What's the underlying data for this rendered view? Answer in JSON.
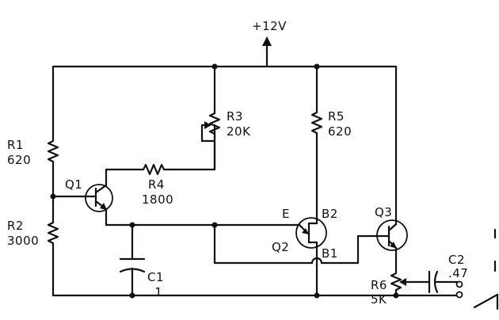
{
  "supply": {
    "label": "+12V"
  },
  "components": {
    "r1": {
      "ref": "R1",
      "value": "620"
    },
    "r2": {
      "ref": "R2",
      "value": "3000"
    },
    "r3": {
      "ref": "R3",
      "value": "20K"
    },
    "r4": {
      "ref": "R4",
      "value": "1800"
    },
    "r5": {
      "ref": "R5",
      "value": "620"
    },
    "r6": {
      "ref": "R6",
      "value": "5K"
    },
    "c1": {
      "ref": "C1",
      "value": ".1"
    },
    "c2": {
      "ref": "C2",
      "value": ".47"
    },
    "q1": {
      "ref": "Q1"
    },
    "q2": {
      "ref": "Q2",
      "pin_e": "E",
      "pin_b2": "B2",
      "pin_b1": "B1"
    },
    "q3": {
      "ref": "Q3"
    }
  }
}
